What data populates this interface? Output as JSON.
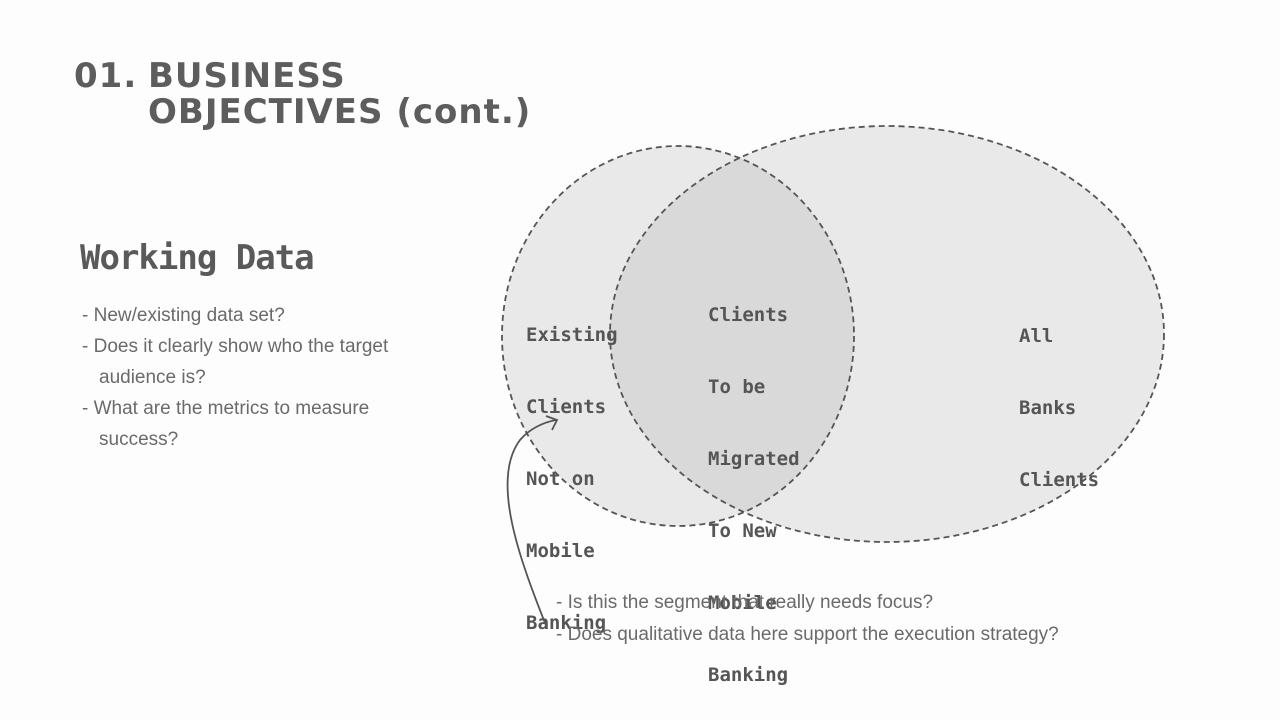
{
  "title": {
    "number": "01.",
    "lines": [
      "BUSINESS",
      "OBJECTIVES (cont.)"
    ]
  },
  "working_data": {
    "heading": "Working Data",
    "bullets": [
      "New/existing data set?",
      "Does it clearly show who the target audience is?",
      "What are the metrics to measure success?"
    ]
  },
  "venn": {
    "left_label": [
      "Existing",
      "Clients",
      "Not on",
      "Mobile",
      "Banking"
    ],
    "overlap_label": [
      "Clients",
      "To be",
      "Migrated",
      "To New",
      "Mobile",
      "Banking"
    ],
    "right_label": [
      "All",
      "Banks",
      "Clients"
    ],
    "colors": {
      "circle_fill": "#e9e9e9",
      "overlap_fill": "#d9d9d9",
      "stroke": "#555555"
    }
  },
  "questions": [
    "Is this the segment that really needs focus?",
    "Does qualitative data here support the execution strategy?"
  ]
}
